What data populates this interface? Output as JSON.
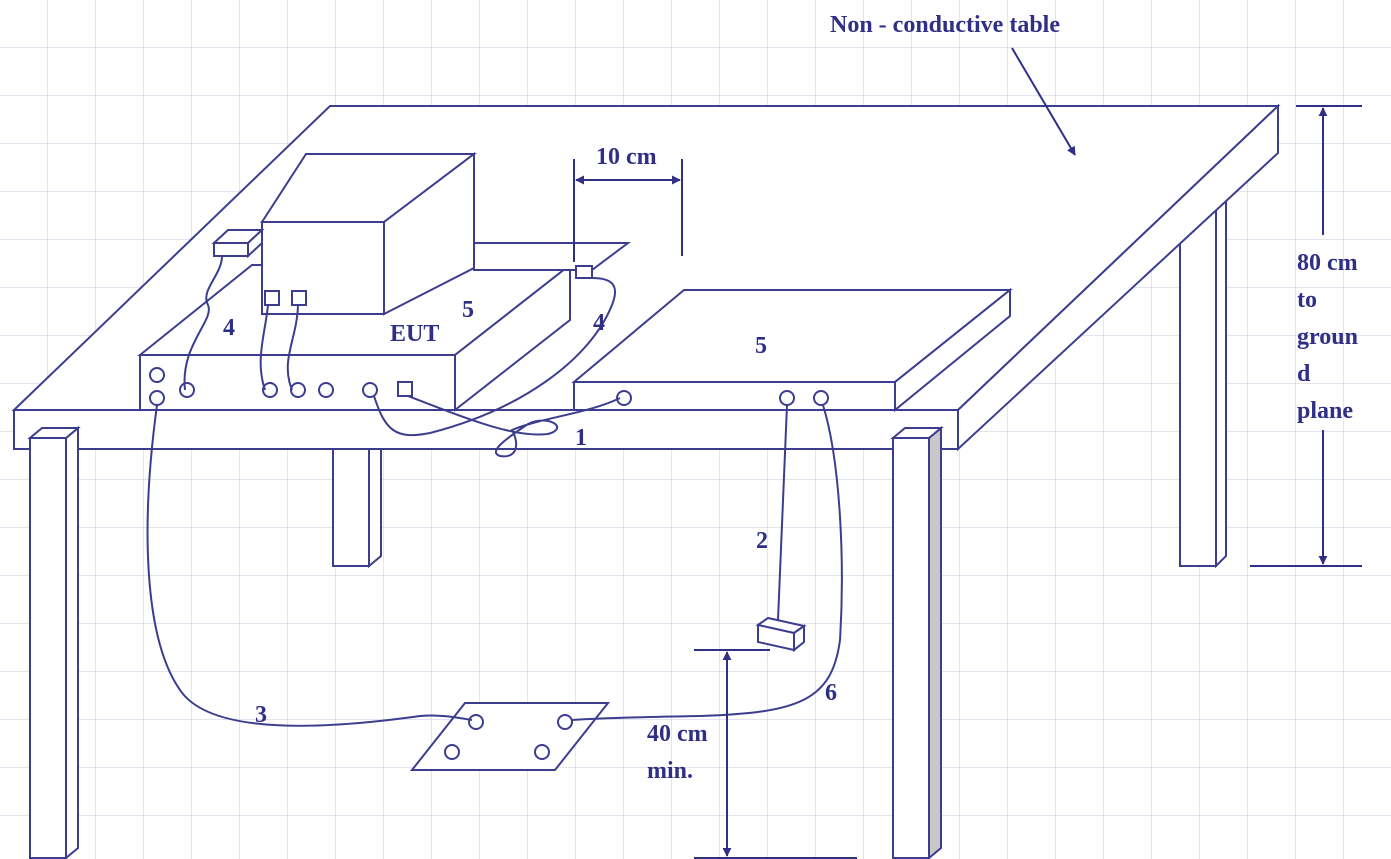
{
  "labels": {
    "table_title": "Non - conductive table",
    "ten_cm": "10 cm",
    "eut": "EUT",
    "height_lines": [
      "80 cm",
      "to",
      "groun",
      "d",
      "plane"
    ],
    "min_lines": [
      "40 cm",
      "min."
    ],
    "n1": "1",
    "n2": "2",
    "n3": "3",
    "n4a": "4",
    "n4b": "4",
    "n5a": "5",
    "n5b": "5",
    "n6": "6"
  },
  "colors": {
    "line": "#3d3d8f",
    "text": "#2f2f86",
    "leg_shade": "#c8c8c8",
    "grid": "#c9c9de"
  }
}
